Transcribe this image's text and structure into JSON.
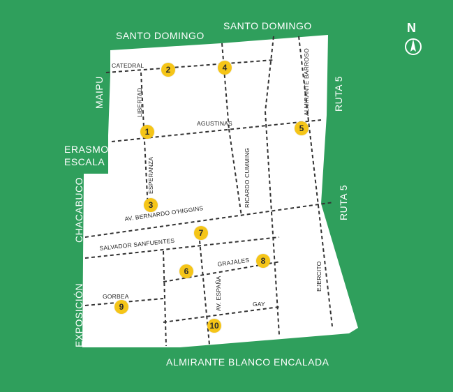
{
  "colors": {
    "background": "#2f9f5c",
    "land": "#ffffff",
    "marker": "#f5c518",
    "street": "#333333",
    "label": "#ffffff"
  },
  "compass": {
    "letter": "N",
    "icon": "compass-rose-icon"
  },
  "perimeter_streets": {
    "north_west": "SANTO DOMINGO",
    "north_east": "SANTO DOMINGO",
    "west_top": "MAIPU",
    "west_mid_1": "ERASMO",
    "west_mid_2": "ESCALA",
    "west_chacabuco": "CHACABUCO",
    "west_bottom": "EXPOSICIÓN",
    "east_top": "RUTA 5",
    "east_mid": "RUTA 5",
    "south": "ALMIRANTE BLANCO ENCALADA"
  },
  "inner_streets": {
    "catedral": "CATEDRAL",
    "libertad": "LIBERTAD",
    "agustinas": "AGUSTINAS",
    "almirante_barroso": "ALMIRANTE BARROSO",
    "esperanza": "ESPERANZA",
    "ricardo_cumming": "RICARDO CUMMING",
    "ohiggins": "AV. BERNARDO O'HIGGINS",
    "sanfuentes": "SALVADOR SANFUENTES",
    "grajales": "GRAJALES",
    "ejercito": "EJERCITO",
    "gorbea": "GORBEA",
    "espana": "AV. ESPAÑA",
    "gay": "GAY"
  },
  "markers": [
    "1",
    "2",
    "3",
    "4",
    "5",
    "6",
    "7",
    "8",
    "9",
    "10"
  ]
}
